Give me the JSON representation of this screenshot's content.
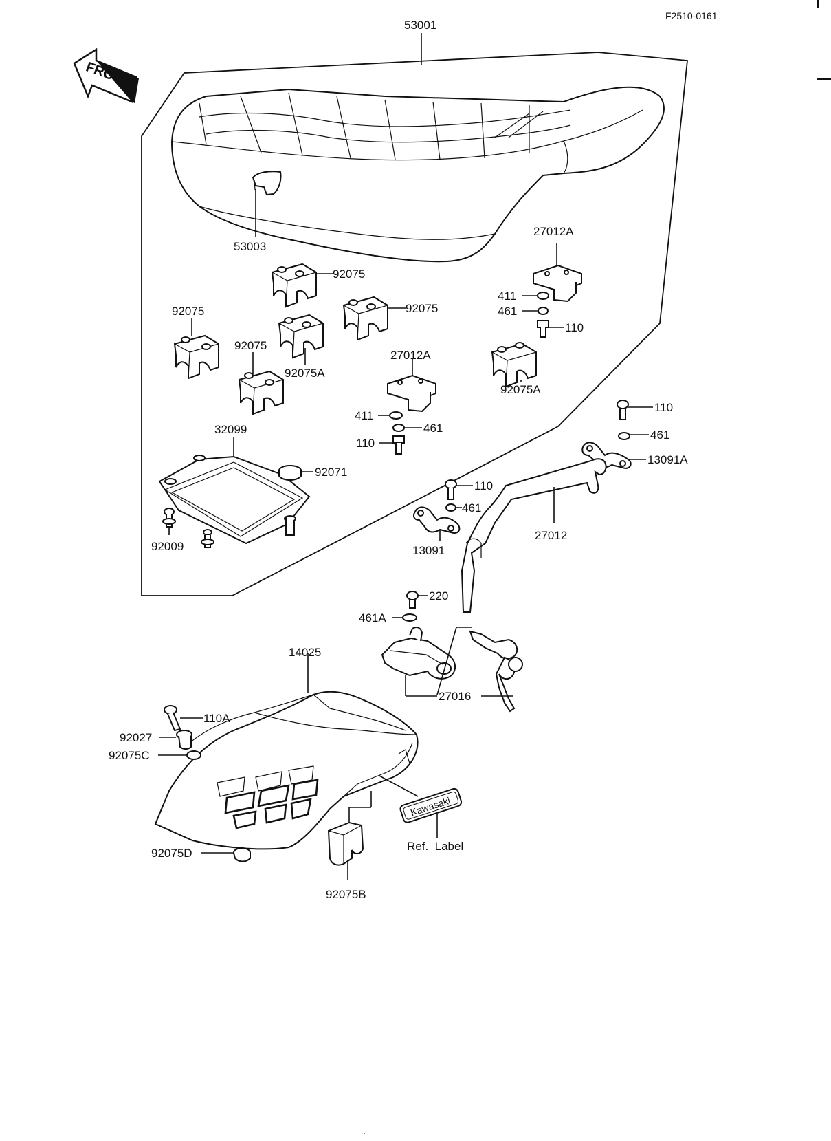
{
  "figure_id": "F2510-0161",
  "front_label": "FRONT",
  "brand_label": "Kawasaki",
  "ref_label": "Ref.  Label",
  "labels": {
    "p53001": "53001",
    "p53003": "53003",
    "p27012A_top": "27012A",
    "p411_top": "411",
    "p461_top": "461",
    "p110_top": "110",
    "p92075_a": "92075",
    "p92075_b": "92075",
    "p92075_c": "92075",
    "p92075_d": "92075",
    "p92075A_a": "92075A",
    "p92075A_b": "92075A",
    "p27012A_mid": "27012A",
    "p411_mid": "411",
    "p461_mid": "461",
    "p110_mid": "110",
    "p32099": "32099",
    "p92071": "92071",
    "p92009": "92009",
    "p110_r": "110",
    "p461_r": "461",
    "p13091A": "13091A",
    "p110_c": "110",
    "p461_c": "461",
    "p13091": "13091",
    "p27012": "27012",
    "p220": "220",
    "p461A": "461A",
    "p14025": "14025",
    "p27016": "27016",
    "p110A": "110A",
    "p92027": "92027",
    "p92075C": "92075C",
    "p92075D": "92075D",
    "p92075B": "92075B"
  }
}
